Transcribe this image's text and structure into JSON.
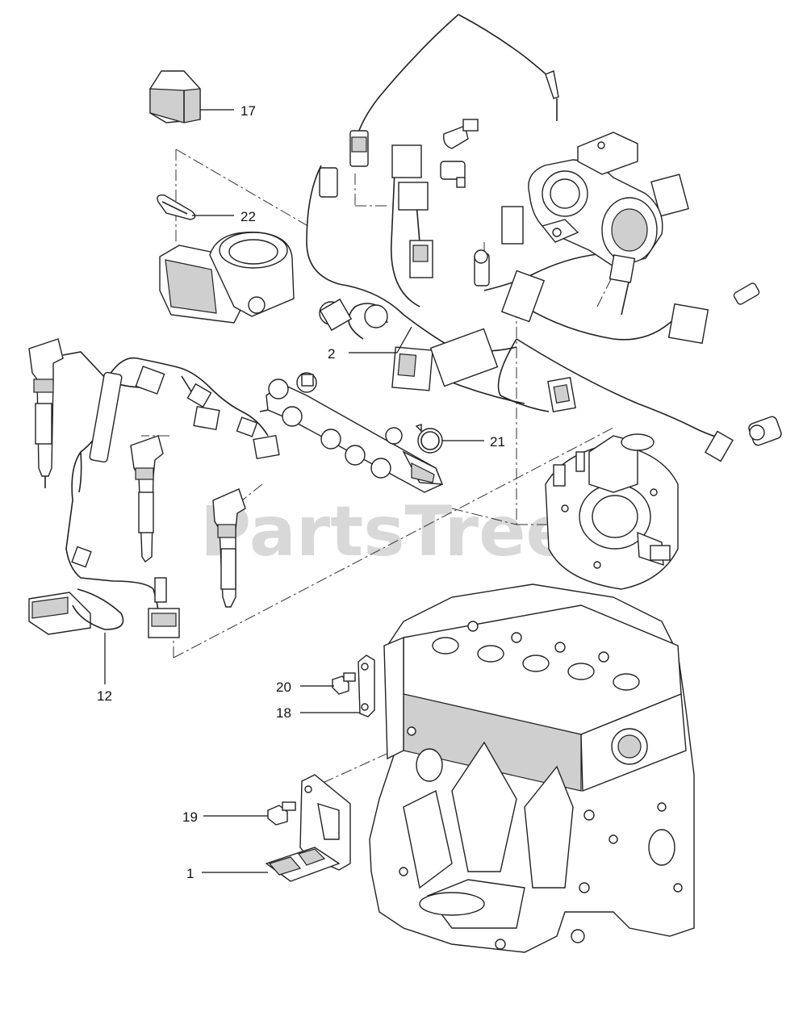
{
  "watermark": "PartsTree",
  "callouts": {
    "c17": "17",
    "c22": "22",
    "c2": "2",
    "c21": "21",
    "c12": "12",
    "c20": "20",
    "c18": "18",
    "c19": "19",
    "c1": "1"
  }
}
